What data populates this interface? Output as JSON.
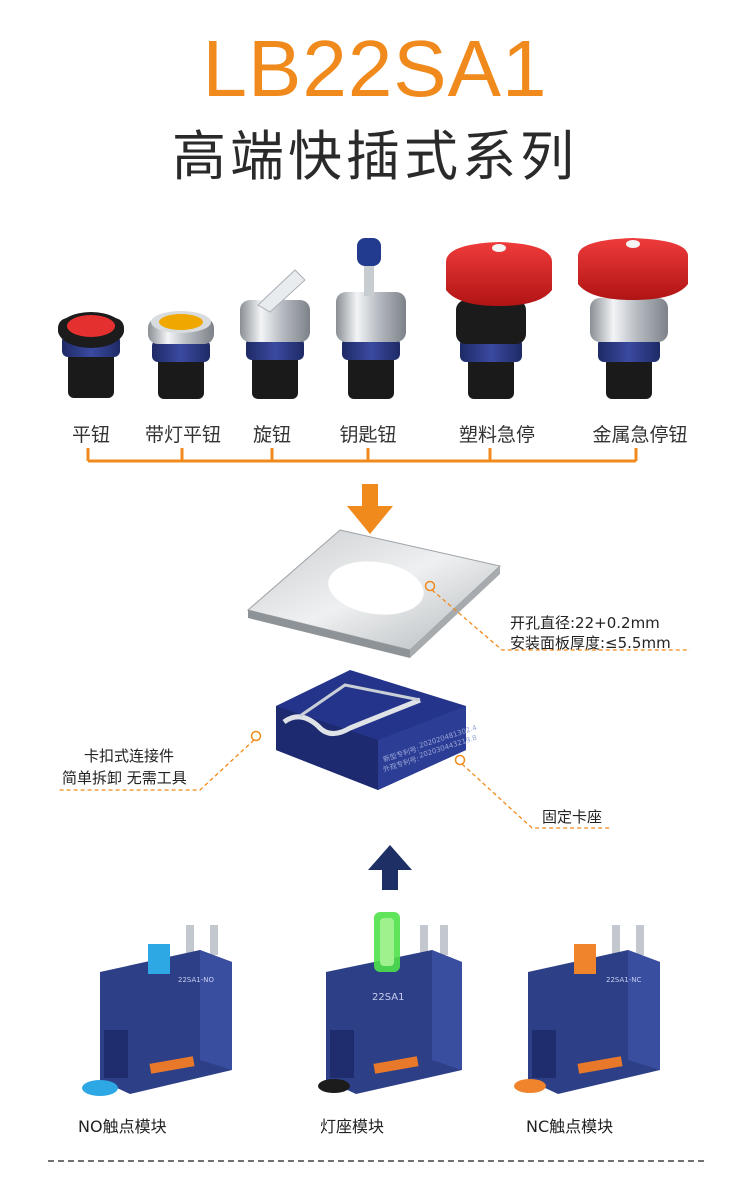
{
  "header": {
    "title": "LB22SA1",
    "subtitle": "高端快插式系列"
  },
  "buttons": [
    {
      "label": "平钮"
    },
    {
      "label": "带灯平钮"
    },
    {
      "label": "旋钮"
    },
    {
      "label": "钥匙钮"
    },
    {
      "label": "塑料急停"
    },
    {
      "label": "金属急停钮"
    }
  ],
  "panel": {
    "hole_diameter": "开孔直径:22+0.2mm",
    "panel_thickness": "安装面板厚度:≤5.5mm"
  },
  "connector": {
    "line1": "卡扣式连接件",
    "line2": "简单拆卸 无需工具"
  },
  "base": {
    "label": "固定卡座",
    "base_text_1": "新型专利号:",
    "base_text_2": "外观专利号:",
    "base_code_1": "202020481302.4",
    "base_code_2": "202030443219.8"
  },
  "modules": [
    {
      "label": "NO触点模块",
      "code": "22SA1-NO"
    },
    {
      "label": "灯座模块",
      "code": "22SA1"
    },
    {
      "label": "NC触点模块",
      "code": "22SA1-NC"
    }
  ],
  "colors": {
    "accent": "#f08a1c",
    "arrow_blue": "#1e2f66",
    "module_body": "#2d3f86"
  }
}
